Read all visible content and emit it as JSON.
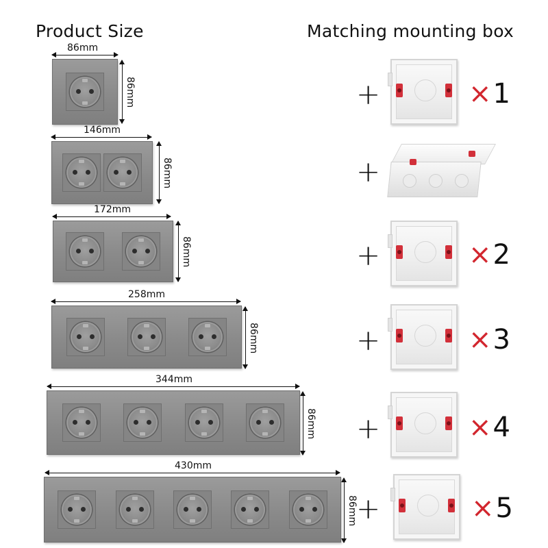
{
  "headings": {
    "left": "Product Size",
    "right": "Matching mounting box"
  },
  "products": [
    {
      "width_label": "86mm",
      "height_label": "86mm",
      "sockets": 1,
      "box": "single",
      "multiplier_symbol": "×",
      "multiplier_value": "1"
    },
    {
      "width_label": "146mm",
      "height_label": "86mm",
      "sockets": 2,
      "box": "double",
      "multiplier_symbol": "",
      "multiplier_value": ""
    },
    {
      "width_label": "172mm",
      "height_label": "86mm",
      "sockets": 2,
      "box": "single",
      "multiplier_symbol": "×",
      "multiplier_value": "2"
    },
    {
      "width_label": "258mm",
      "height_label": "86mm",
      "sockets": 3,
      "box": "single",
      "multiplier_symbol": "×",
      "multiplier_value": "3"
    },
    {
      "width_label": "344mm",
      "height_label": "86mm",
      "sockets": 4,
      "box": "single",
      "multiplier_symbol": "×",
      "multiplier_value": "4"
    },
    {
      "width_label": "430mm",
      "height_label": "86mm",
      "sockets": 5,
      "box": "single",
      "multiplier_symbol": "×",
      "multiplier_value": "5"
    }
  ],
  "plus_symbol": "+",
  "colors": {
    "panel_gray": "#8a8a8a",
    "clip_red": "#d2303a",
    "multiplier_red": "#d2262e"
  }
}
